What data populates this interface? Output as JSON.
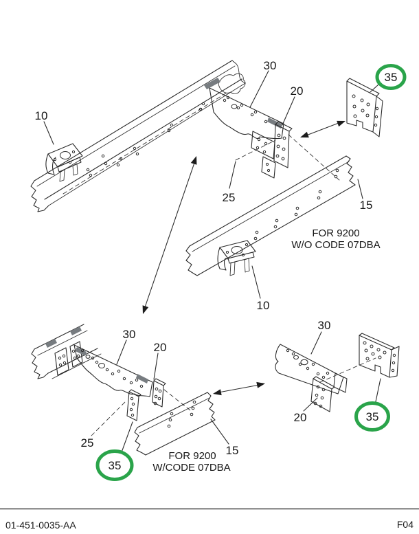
{
  "page": {
    "background": "#ffffff",
    "line_color": "#2a2a2a",
    "highlight_color": "#2aa44a"
  },
  "footer": {
    "doc_id": "01-451-0035-AA",
    "page_code": "F04"
  },
  "diagrams": {
    "top": {
      "caption": {
        "line1": "FOR 9200",
        "line2": "W/O CODE 07DBA"
      },
      "labels": {
        "l10_left": "10",
        "l30": "30",
        "l20": "20",
        "l35": "35",
        "l25": "25",
        "l15": "15",
        "l10_rail": "10"
      }
    },
    "bottom_left": {
      "caption": {
        "line1": "FOR 9200",
        "line2": "W/CODE 07DBA"
      },
      "labels": {
        "l30": "30",
        "l20": "20",
        "l25": "25",
        "l35": "35",
        "l15": "15"
      }
    },
    "bottom_right": {
      "labels": {
        "l30": "30",
        "l20": "20",
        "l35": "35"
      }
    }
  }
}
